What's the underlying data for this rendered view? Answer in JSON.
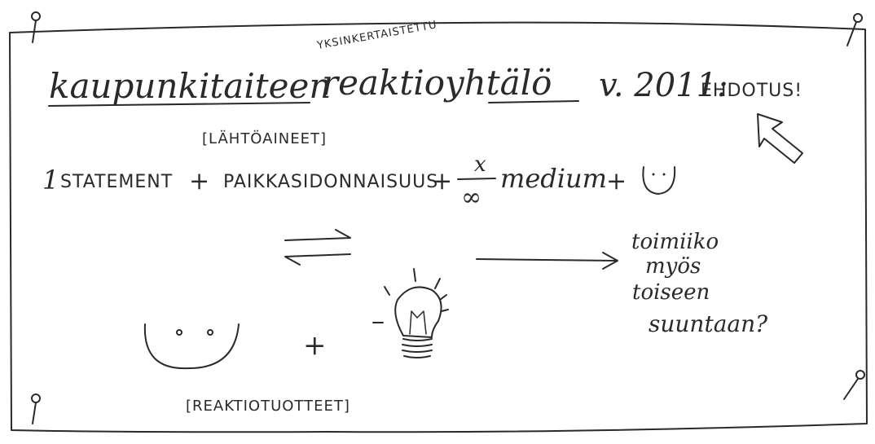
{
  "title": {
    "main": "kaupunkitaiteen",
    "insert": "YKSINKERTAISTETTU",
    "rest": "reaktioyhtälö",
    "year": "v. 2011:",
    "suffix": "EHDOTUS!"
  },
  "reactants_label": "[LÄHTÖAINEET]",
  "equation": {
    "coefficient": "1",
    "term1": "STATEMENT",
    "plus1": "+",
    "term2": "PAIKKASIDONNAISUUS",
    "plus2": "+",
    "fraction_numerator": "x",
    "fraction_denominator": "∞",
    "term3": "medium",
    "plus3": "+"
  },
  "products": {
    "plus": "+"
  },
  "products_label": "[REAKTIOTUOTTEET]",
  "question": {
    "line1": "toimiiko",
    "line2": "myös",
    "line3": "toiseen",
    "line4": "suuntaan?"
  },
  "icons": [
    "pushpin-icon",
    "smiley-icon",
    "light-bulb-icon",
    "arrow-icon",
    "equilibrium-arrow-icon"
  ]
}
